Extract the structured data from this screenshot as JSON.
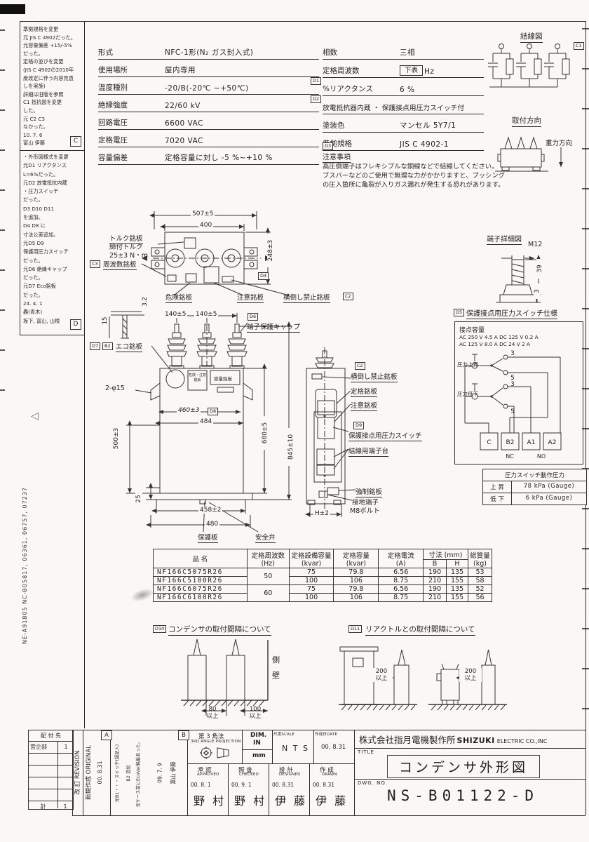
{
  "margin": {
    "rev_c_lines": [
      "準拠規格を変更",
      "元 JIS C 4902だった。",
      "元容量偏差 +15/-5%",
      "だった。",
      "定格の並びを変更",
      "(JIS C 4902の2010年",
      "度改定に伴う内容見直",
      "しを実施)",
      "詳細は旧版を参照",
      "C1 抵抗図を変更",
      "した。",
      "元 C2  C3",
      "なかった。",
      "10.  7.  6",
      "富山  伊藤"
    ],
    "rev_c_tag": "C",
    "rev_d_lines": [
      "・外形図様式を変更",
      "元D1 リアクタンス",
      "L=6%だった。",
      "元D2 放電抵抗内蔵",
      "・圧力スイッチ",
      "だった。",
      "D3 D10 D11",
      "を追加。",
      "D4 D8 に",
      "寸法公差追加。",
      "元D5  D9",
      "保護用圧力スイッチ",
      "だった。",
      "元D6 絶縁キャップ",
      "だった。",
      "元D7 Eco銘板",
      "だった。",
      "24.  4.  1",
      "轟(青木)",
      "坂下, 富山, 山根"
    ],
    "rev_d_tag": "D",
    "triangle": "◁",
    "vertical_number": "NE-A91805  NC-B05817,  06361,  06757,  07237"
  },
  "spec_left": {
    "rows": [
      {
        "label": "形式",
        "value": "NFC-1形(N₂ ガス封入式)"
      },
      {
        "label": "使用場所",
        "value": "屋内専用"
      },
      {
        "label": "温度種別",
        "value": "-20/B(-20℃ ~+50℃)"
      },
      {
        "label": "絶縁強度",
        "value": "22/60 kV"
      },
      {
        "label": "回路電圧",
        "value": "6600 VAC"
      },
      {
        "label": "定格電圧",
        "value": "7020 VAC"
      },
      {
        "label": "容量偏差",
        "value": "定格容量に対し -5 %~+10 %"
      }
    ]
  },
  "spec_right": {
    "rows": [
      {
        "label": "相数",
        "value": "三相"
      },
      {
        "label": "定格周波数",
        "boxed": "下表",
        "suffix": "Hz"
      },
      {
        "label": "%リアクタンス",
        "value": "6 %",
        "marker": "D1"
      },
      {
        "label": "放電抵抗器内蔵 ・ 保護接点用圧力スイッチ付",
        "marker": "D2"
      },
      {
        "label": "塗装色",
        "value": "マンセル 5Y7/1"
      },
      {
        "label": "準拠規格",
        "value": "JIS C 4902-1"
      }
    ],
    "d3": "D3",
    "notes_title": "注意事項",
    "notes_lines": [
      "高圧側端子はフレキシブルな銅線などで結線してください。",
      "ブスバーなどのご使用で無理な力がかかりますと、ブッシング",
      "の圧入箇所に亀裂が入りガス漏れが発生する恐れがあります。"
    ]
  },
  "wiring": {
    "title": "結線図",
    "c1": "C1"
  },
  "mounting": {
    "title": "取付方向",
    "gravity": "重力方向"
  },
  "top_view": {
    "dim_507": "507±5",
    "dim_400": "400",
    "dim_248": "248±3",
    "d4": "D4",
    "torque1": "トルク銘板",
    "torque2": "締付トルク",
    "torque3": "25±3 N・m",
    "c3": "C3",
    "freq_plate": "周波数銘板",
    "danger_plate": "危険銘板",
    "caution_plate": "注意銘板",
    "tip_plate": "横倒し禁止銘板",
    "c2": "C2",
    "dim_32": "3.2",
    "dim_15": "15"
  },
  "front_view": {
    "dim_140a": "140±5",
    "dim_140b": "140±5",
    "d6": "D6",
    "cap_label": "端子保護キャップ",
    "d7": "D7",
    "b2": "B2",
    "eco_label": "エコ銘板",
    "dim_2p15": "2-φ15",
    "dim_460": "460±3",
    "d8": "D8",
    "dim_484": "484",
    "dim_500": "500±3",
    "dim_25": "25",
    "dim_458": "458±2",
    "dim_480": "480",
    "dim_680": "680±5",
    "dim_845": "845±10",
    "plate_a1": "危険・注意",
    "plate_a2": "銘板",
    "plate_b": "容量銘板",
    "protect_plate": "保護板",
    "valve": "安全弁"
  },
  "side_view": {
    "c2": "C2",
    "tip_plate": "横倒し禁止銘板",
    "rating_plate": "定格銘板",
    "caution_plate": "注意銘板",
    "d9": "D9",
    "pressure_switch": "保護接点用圧力スイッチ",
    "terminal_block": "結線用端子台",
    "forced_plate": "強制銘板",
    "ground1": "接地端子",
    "ground2": "M8ボルト",
    "dim_h": "H±2"
  },
  "terminal": {
    "title": "端子詳細図",
    "thread": "M12",
    "dim_39": "39",
    "dim_3": "3"
  },
  "pressure": {
    "d5": "D5",
    "title": "保護接点用圧力スイッチ仕様",
    "cap_title": "接点容量",
    "cap_l1": "AC 250 V  4.5 A   DC 125 V  0.2 A",
    "cap_l2": "AC 125 V  8.0 A   DC  24 V   2 A",
    "rise": "圧力上昇",
    "fall": "圧力低下",
    "t1": "C",
    "t2": "B2",
    "t3": "A1",
    "t4": "A2",
    "nc": "NC",
    "no": "NO",
    "n3a": "3",
    "n5a": "5",
    "n3b": "3",
    "n5b": "5"
  },
  "pressure_table": {
    "title": "圧力スイッチ動作圧力",
    "r1l": "上 昇",
    "r1v": "78 kPa (Gauge)",
    "r2l": "低 下",
    "r2v": "6 kPa (Gauge)"
  },
  "parts": {
    "h_name": "品    名",
    "h_freq": "定格周波数",
    "h_freq_u": "(Hz)",
    "h_equip": "定格設備容量",
    "h_equip_u": "(kvar)",
    "h_rated": "定格容量",
    "h_rated_u": "(kvar)",
    "h_cur": "定格電流",
    "h_cur_u": "(A)",
    "h_dim": "寸法 (mm)",
    "h_b": "B",
    "h_h": "H",
    "h_mass": "総質量",
    "h_mass_u": "(kg)",
    "rows": [
      {
        "name": "NF166C5075R26",
        "freq": "50",
        "equip": "75",
        "rated": "79.8",
        "cur": "6.56",
        "b": "190",
        "h": "135",
        "mass": "53"
      },
      {
        "name": "NF166C5100R26",
        "equip": "100",
        "rated": "106",
        "cur": "8.75",
        "b": "210",
        "h": "155",
        "mass": "58"
      },
      {
        "name": "NF166C6075R26",
        "freq": "60",
        "equip": "75",
        "rated": "79.8",
        "cur": "6.56",
        "b": "190",
        "h": "135",
        "mass": "52"
      },
      {
        "name": "NF166C6100R26",
        "equip": "100",
        "rated": "106",
        "cur": "8.75",
        "b": "210",
        "h": "155",
        "mass": "56"
      }
    ]
  },
  "spacing": {
    "d10": "D10",
    "d10_title": "コンデンサの取付間隔について",
    "wall1": "側",
    "wall2": "壁",
    "v80": "80",
    "v80u": "以上",
    "v100": "100",
    "v100u": "以上",
    "d11": "D11",
    "d11_title": "リアクトルとの取付間隔について",
    "v200a": "200",
    "v200au": "以上",
    "v200b": "200",
    "v200bu": "以上"
  },
  "tb": {
    "dist_title": "配 付 先",
    "dist": [
      {
        "n": "営企部",
        "q": "1"
      },
      {
        "n": "",
        "q": ""
      },
      {
        "n": "",
        "q": ""
      },
      {
        "n": "",
        "q": ""
      },
      {
        "n": "",
        "q": ""
      },
      {
        "n": "計",
        "q": "1"
      }
    ],
    "rev": "改 訂 REVISION",
    "orig": "新規作成 ORIGINAL",
    "orig_date": "00. 8.31",
    "a": "A",
    "b_l1": "元B1・・・スイッチ(誤記入)",
    "b_l2": "B2 追加",
    "b_l3": "元ケース前にEcoVar銘板あった。",
    "b_l4": "09. 7. 9",
    "b_l5": "富山 伊藤",
    "b": "B",
    "angle1": "第 3 角法",
    "angle2": "3RD ANGLE PROJECTION",
    "dim1": "DIM.",
    "dim2": "IN",
    "dim3": "mm",
    "scale_l": "尺度SCALE",
    "scale_v": "N T S",
    "date_l": "作成日DATE",
    "date_v": "00. 8.31",
    "ap1": "承 認",
    "ap2": "APPROVED",
    "ap_d": "00. 8. 1",
    "ap_n": "野 村",
    "ch1": "照 査",
    "ch2": "CHECKED",
    "ch_d": "00. 9. 1",
    "ch_n": "野 村",
    "de1": "設 計",
    "de2": "DESIGNED",
    "de_d": "00. 8.31",
    "de_n": "伊 藤",
    "dr1": "作 成",
    "dr2": "DRAWN",
    "dr_d": "00. 8.31",
    "dr_n": "伊 藤",
    "co_jp": "株式会社指月電機製作所",
    "co_logo": "SHIZUKI",
    "co_en": "ELECTRIC CO.,INC",
    "title_l": "TITLE",
    "title_v": "コンデンサ外形図",
    "dwg_l": "DWG. NO.",
    "dwg_v": "NS-B01122-D"
  }
}
